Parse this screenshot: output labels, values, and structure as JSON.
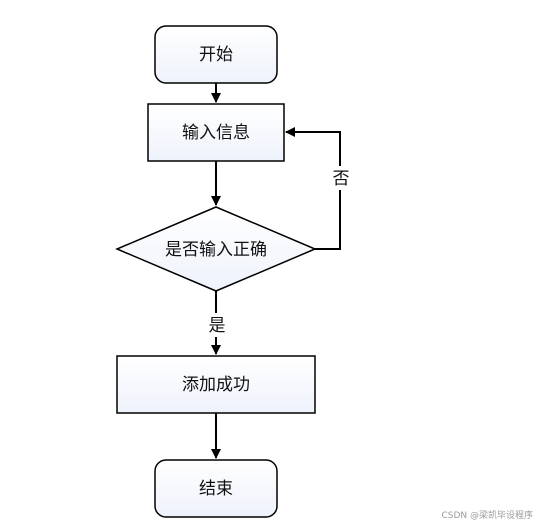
{
  "flowchart": {
    "nodes": {
      "start": "开始",
      "input_info": "输入信息",
      "decision": "是否输入正确",
      "success": "添加成功",
      "end": "结束"
    },
    "edges": {
      "no_label": "否",
      "yes_label": "是"
    }
  },
  "watermark": "CSDN @梁凯毕设程序"
}
